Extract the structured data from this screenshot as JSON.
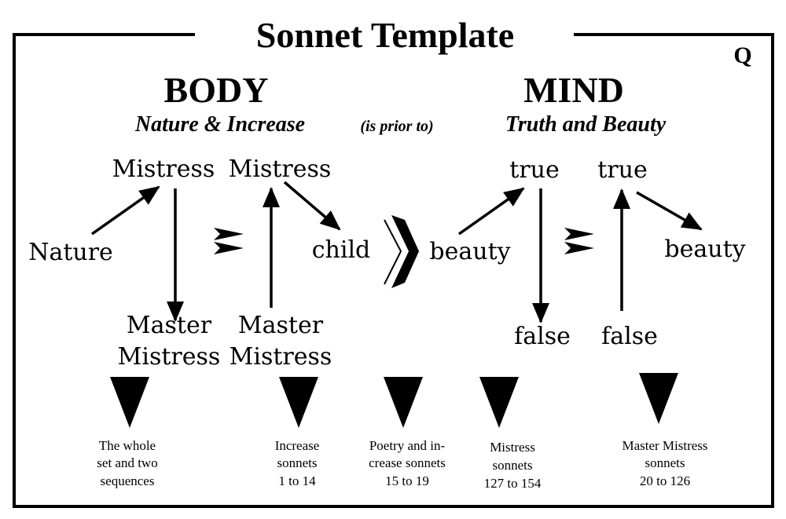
{
  "title": "Sonnet Template",
  "logo": "Q",
  "body": {
    "heading": "BODY",
    "subtitle": "Nature & Increase"
  },
  "relation": "(is prior to)",
  "mind": {
    "heading": "MIND",
    "subtitle": "Truth and Beauty"
  },
  "nodes": {
    "mistress1": "Mistress",
    "mistress2": "Mistress",
    "nature": "Nature",
    "child": "child",
    "master1": [
      "Master",
      "Mistress"
    ],
    "master2": [
      "Master",
      "Mistress"
    ],
    "beauty1": "beauty",
    "true1": "true",
    "true2": "true",
    "beauty2": "beauty",
    "false1": "false",
    "false2": "false"
  },
  "captions": [
    [
      "The whole",
      "set and two",
      "sequences"
    ],
    [
      "Increase",
      "sonnets",
      "1 to 14"
    ],
    [
      "Poetry and in-",
      "crease sonnets",
      "15 to 19"
    ],
    [
      "Mistress",
      "sonnets",
      "127 to 154"
    ],
    [
      "Master Mistress",
      "sonnets",
      "20 to 126"
    ]
  ]
}
